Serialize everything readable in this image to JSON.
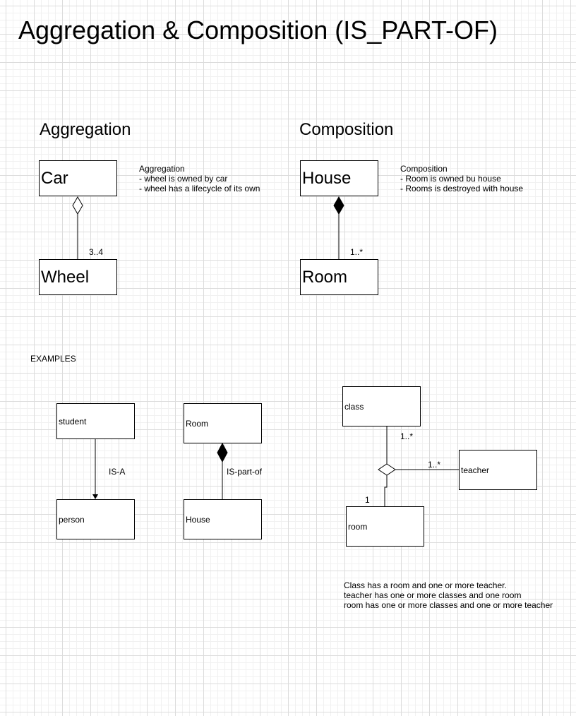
{
  "title": "Aggregation & Composition (IS_PART-OF)",
  "aggregation": {
    "heading": "Aggregation",
    "whole": "Car",
    "part": "Wheel",
    "multiplicity": "3..4",
    "note": [
      "Aggregation",
      "- wheel is owned by car",
      "- wheel has a lifecycle of its own"
    ]
  },
  "composition": {
    "heading": "Composition",
    "whole": "House",
    "part": "Room",
    "multiplicity": "1..*",
    "note": [
      "Composition",
      "- Room is owned bu house",
      "- Rooms is destroyed with house"
    ]
  },
  "examples": {
    "label": "EXAMPLES",
    "isa": {
      "child": "student",
      "parent": "person",
      "relation": "IS-A"
    },
    "ispartof": {
      "whole": "Room",
      "part": "House",
      "relation": "IS-part-of"
    },
    "assoc": {
      "class": "class",
      "teacher": "teacher",
      "room": "room",
      "class_mult": "1..*",
      "teacher_mult": "1..*",
      "room_mult": "1",
      "note": [
        "Class has a room and one or more teacher.",
        "teacher has one or more classes and one room",
        "room has one or more classes and one or more teacher"
      ]
    }
  }
}
